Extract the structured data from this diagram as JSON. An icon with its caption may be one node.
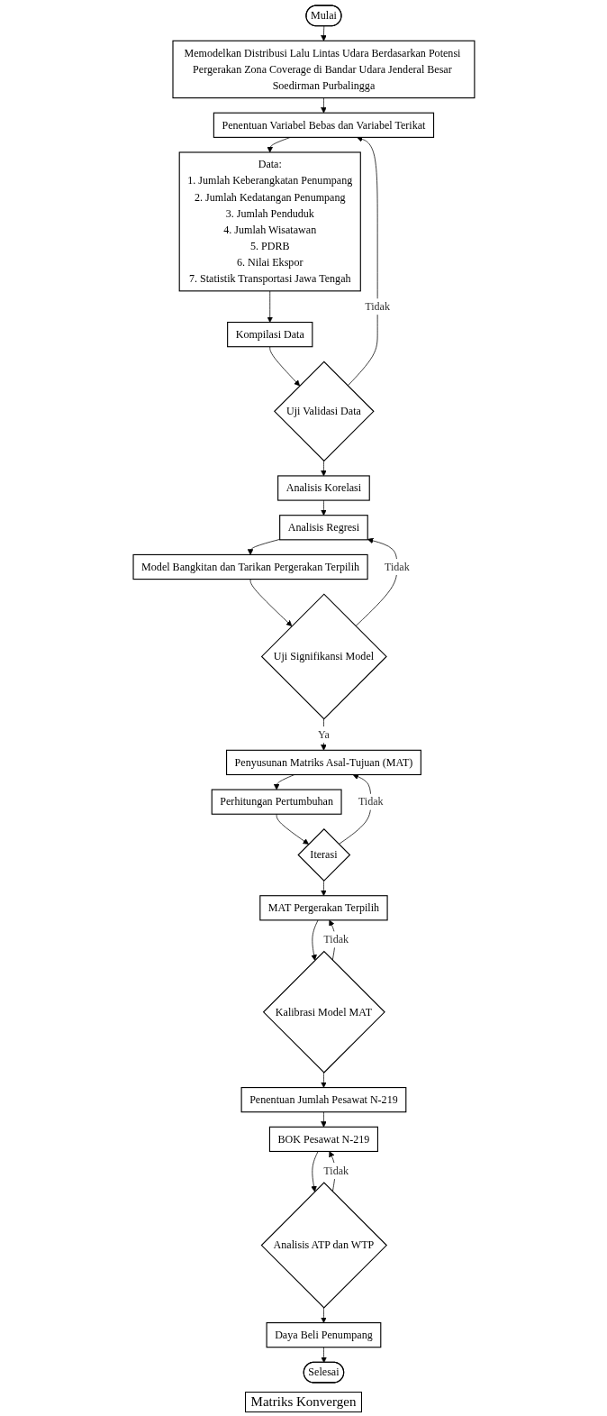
{
  "diagram": {
    "nodes": [
      {
        "text": [
          "Mulai"
        ]
      },
      {
        "text": [
          "Memodelkan Distribusi Lalu Lintas Udara Berdasarkan Potensi Pergerakan Zona Coverage di Bandar Udara Jenderal Besar Soedirman Purbalingga"
        ]
      },
      {
        "text": [
          "Penentuan Variabel Bebas dan Variabel Terikat"
        ]
      },
      {
        "text": [
          "Data:",
          "1. Jumlah Keberangkatan Penumpang",
          "2. Jumlah Kedatangan Penumpang",
          "3. Jumlah Penduduk",
          "4. Jumlah Wisatawan",
          "5. PDRB",
          "6. Nilai Ekspor",
          "7. Statistik Transportasi Jawa Tengah"
        ]
      },
      {
        "text": [
          "Kompilasi Data"
        ]
      },
      {
        "text": [
          "Uji Validasi Data"
        ]
      },
      {
        "text": [
          "Analisis Korelasi"
        ]
      },
      {
        "text": [
          "Analisis Regresi"
        ]
      },
      {
        "text": [
          "Model Bangkitan dan Tarikan Pergerakan Terpilih"
        ]
      },
      {
        "text": [
          "Uji Signifikansi Model"
        ]
      },
      {
        "text": [
          "Penyusunan Matriks Asal-Tujuan (MAT)"
        ]
      },
      {
        "text": [
          "Perhitungan Pertumbuhan"
        ]
      },
      {
        "text": [
          "Iterasi"
        ]
      },
      {
        "text": [
          "MAT Pergerakan Terpilih"
        ]
      },
      {
        "text": [
          "Kalibrasi Model MAT"
        ]
      },
      {
        "text": [
          "Penentuan Jumlah Pesawat N-219"
        ]
      },
      {
        "text": [
          "BOK Pesawat N-219"
        ]
      },
      {
        "text": [
          "Analisis ATP dan WTP"
        ]
      },
      {
        "text": [
          "Daya Beli Penumpang"
        ]
      },
      {
        "text": [
          "Selesai"
        ]
      }
    ],
    "edges": [
      {
        "from": 0,
        "to": 1,
        "arrow": "to"
      },
      {
        "from": 1,
        "to": 2,
        "arrow": "to"
      },
      {
        "from": 2,
        "to": 3,
        "arrow": "to"
      },
      {
        "from": 3,
        "to": 4,
        "arrow": "to"
      },
      {
        "from": 4,
        "to": 5,
        "arrow": "to"
      },
      {
        "from": 5,
        "to": 2,
        "arrow": "to",
        "label": "Tidak"
      },
      {
        "from": 5,
        "to": 6,
        "arrow": "to"
      },
      {
        "from": 6,
        "to": 7,
        "arrow": "to"
      },
      {
        "from": 7,
        "to": 8,
        "arrow": "to"
      },
      {
        "from": 8,
        "to": 9,
        "arrow": "to"
      },
      {
        "from": 9,
        "to": 7,
        "arrow": "to",
        "label": "Tidak"
      },
      {
        "from": 9,
        "to": 10,
        "arrow": "to",
        "label": "Ya"
      },
      {
        "from": 10,
        "to": 11,
        "arrow": "to"
      },
      {
        "from": 11,
        "to": 12,
        "arrow": "to"
      },
      {
        "from": 12,
        "to": 10,
        "arrow": "to",
        "label": "Tidak"
      },
      {
        "from": 12,
        "to": 13,
        "arrow": "to"
      },
      {
        "from": 13,
        "to": 14,
        "arrow": "to"
      },
      {
        "from": 14,
        "to": 13,
        "arrow": "to",
        "label": "Tidak"
      },
      {
        "from": 14,
        "to": 15,
        "arrow": "to"
      },
      {
        "from": 15,
        "to": 16,
        "arrow": "to"
      },
      {
        "from": 16,
        "to": 17,
        "arrow": "to"
      },
      {
        "from": 17,
        "to": 16,
        "arrow": "to",
        "label": "Tidak"
      },
      {
        "from": 17,
        "to": 18,
        "arrow": "to"
      },
      {
        "from": 18,
        "to": 19,
        "arrow": "to"
      }
    ],
    "labels": [
      "Matriks Konvergen"
    ]
  }
}
